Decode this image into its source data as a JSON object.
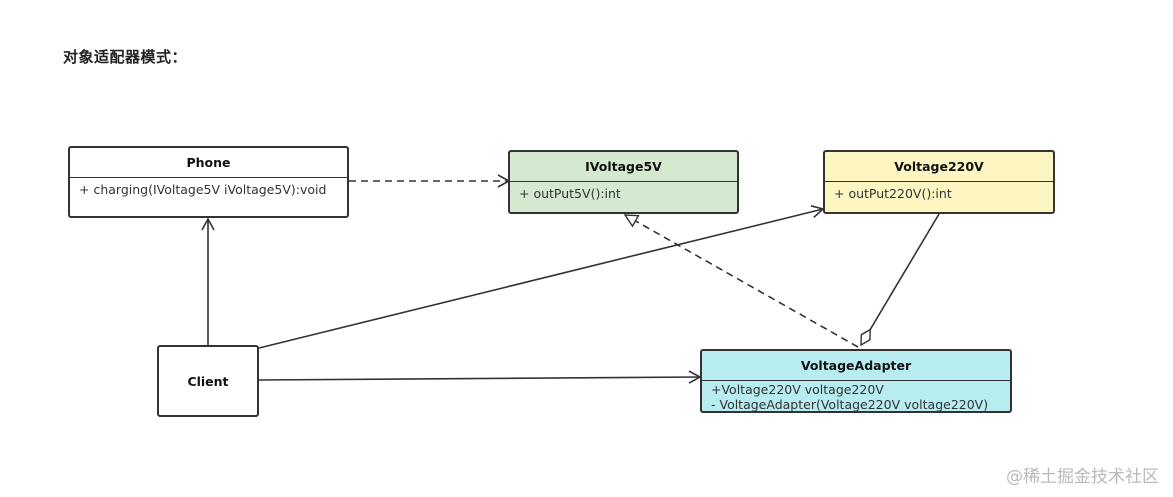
{
  "title": "对象适配器模式：",
  "classes": {
    "phone": {
      "name": "Phone",
      "methods": [
        "+ charging(IVoltage5V iVoltage5V):void"
      ],
      "fill": "#ffffff"
    },
    "ivoltage5v": {
      "name": "IVoltage5V",
      "methods": [
        "+ outPut5V():int"
      ],
      "fill": "#d4e9d0"
    },
    "voltage220v": {
      "name": "Voltage220V",
      "methods": [
        "+ outPut220V():int"
      ],
      "fill": "#fdf6c3"
    },
    "adapter": {
      "name": "VoltageAdapter",
      "members": [
        "+Voltage220V voltage220V",
        "- VoltageAdapter(Voltage220V voltage220V)"
      ],
      "fill": "#b7ecf1"
    },
    "client": {
      "name": "Client",
      "fill": "#ffffff"
    }
  },
  "watermark": "@稀土掘金技术社区",
  "colors": {
    "stroke": "#333333"
  }
}
